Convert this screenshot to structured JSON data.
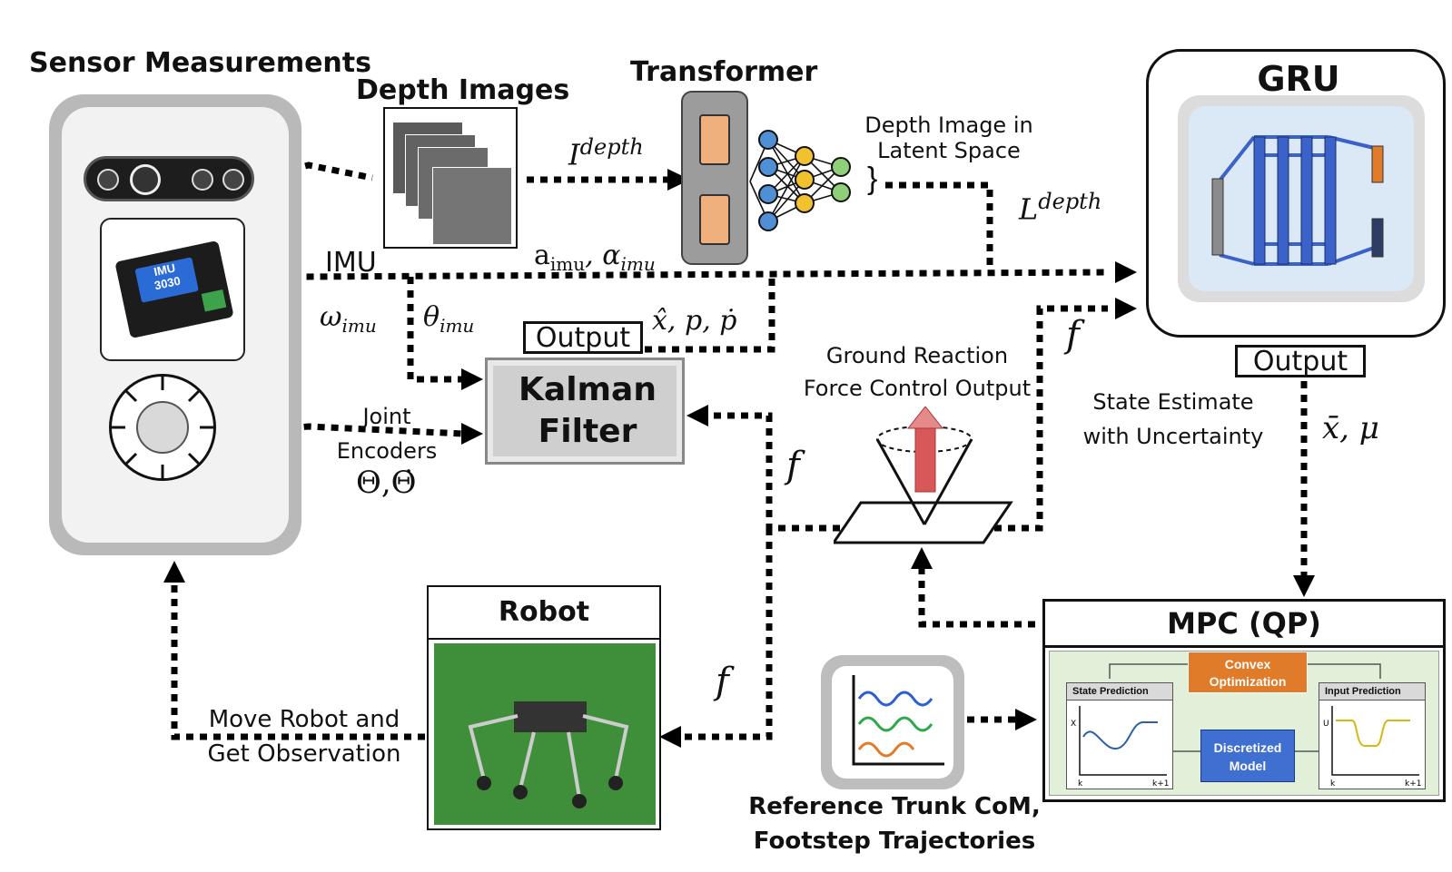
{
  "sensor": {
    "title": "Sensor Measurements",
    "imu_label": "IMU",
    "imu_badge_top": "IMU",
    "imu_badge_num": "3030"
  },
  "depth": {
    "title": "Depth Images"
  },
  "transformer": {
    "title": "Transformer"
  },
  "gru": {
    "title": "GRU",
    "output": "Output"
  },
  "kalman": {
    "line1": "Kalman",
    "line2": "Filter",
    "output": "Output"
  },
  "latent": {
    "line1": "Depth Image in",
    "line2": "Latent Space"
  },
  "grf": {
    "line1": "Ground Reaction",
    "line2": "Force Control Output"
  },
  "state": {
    "line1": "State Estimate",
    "line2": "with Uncertainty"
  },
  "joint": {
    "line1": "Joint",
    "line2": "Encoders",
    "symbol": "Θ,Θ̇"
  },
  "robot": {
    "title": "Robot"
  },
  "move": {
    "line1": "Move Robot and",
    "line2": "Get Observation"
  },
  "ref": {
    "line1": "Reference Trunk CoM,",
    "line2": "Footstep Trajectories"
  },
  "mpc": {
    "title": "MPC (QP)",
    "convex": "Convex Optimization",
    "state_pred": "State Prediction",
    "input_pred": "Input Prediction",
    "model_line1": "Discretized",
    "model_line2": "Model",
    "axis_x": "X",
    "axis_u": "U",
    "k": "k",
    "k1": "k+1"
  },
  "math": {
    "I_depth": "I",
    "I_depth_sup": "depth",
    "L_depth": "L",
    "L_depth_sup": "depth",
    "a_imu": "a",
    "a_imu_sub": "imu",
    "alpha_imu": "α",
    "alpha_imu_sub": "imu",
    "omega": "ω",
    "omega_sub": "imu",
    "theta": "θ",
    "theta_sub": "imu",
    "kalman_out": "x̂, p, ṗ",
    "gru_out": "x̄, μ",
    "f": "f"
  },
  "colors": {
    "box_gray": "#b9b9b9",
    "convex_orange": "#e07b2a",
    "model_blue": "#3f6fd1",
    "mpc_green": "#e2efd9",
    "node_blue": "#4e8fd6",
    "node_yellow": "#f2c12e",
    "node_green": "#8fcf7a",
    "arrow_red": "#d8585a"
  }
}
